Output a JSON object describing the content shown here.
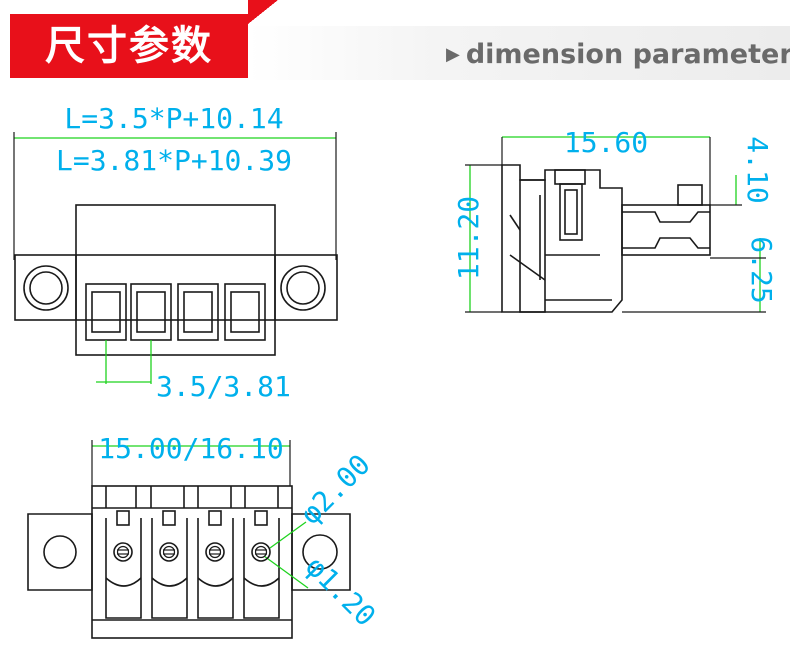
{
  "header": {
    "title": "尺寸参数",
    "subtitle": "dimension parameter",
    "subtitle_icon": "triangle-right-icon",
    "accent_color": "#e8101a"
  },
  "dimensions": {
    "length_formula_1": "L=3.5*P+10.14",
    "length_formula_2": "L=3.81*P+10.39",
    "pitch": "3.5/3.81",
    "side_width": "15.60",
    "side_height": "11.20",
    "side_top": "4.10",
    "side_lower": "6.25",
    "bottom_width": "15.00/16.10",
    "screw_head_diameter": "φ2.00",
    "wire_hole_diameter": "φ1.20"
  },
  "colors": {
    "line": "#1a1a1a",
    "dimension": "#00b0ec",
    "dimension_line": "#1fd31f"
  }
}
